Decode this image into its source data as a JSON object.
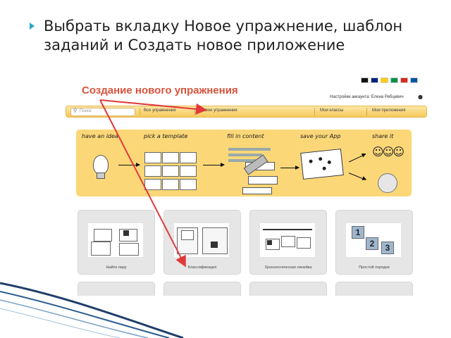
{
  "slide": {
    "bullet_text": "Выбрать вкладку Новое упражнение, шаблон заданий и Создать новое приложение"
  },
  "screenshot": {
    "title": "Создание нового упражнения",
    "account": "Настройки аккаунта: Елена Ребцевич",
    "navbar": {
      "search_placeholder": "Поиск",
      "all_exercises": "Все упражнения",
      "new_exercise": "Новое упражнение",
      "my_classes": "Мои классы",
      "my_apps": "Мои приложения"
    },
    "workflow": {
      "steps": [
        "have an idea",
        "pick a template",
        "fill in content",
        "save your App",
        "share it"
      ]
    },
    "templates": [
      {
        "label": "Найти пару"
      },
      {
        "label": "Классификация"
      },
      {
        "label": "Хронологическая линейка"
      },
      {
        "label": "Простой порядок"
      }
    ],
    "order_numbers": [
      "1",
      "2",
      "3"
    ],
    "flag_colors": [
      "#c8102e",
      "#00247d",
      "#ffce00",
      "#009246",
      "#d52b1e",
      "#0055a4"
    ]
  }
}
